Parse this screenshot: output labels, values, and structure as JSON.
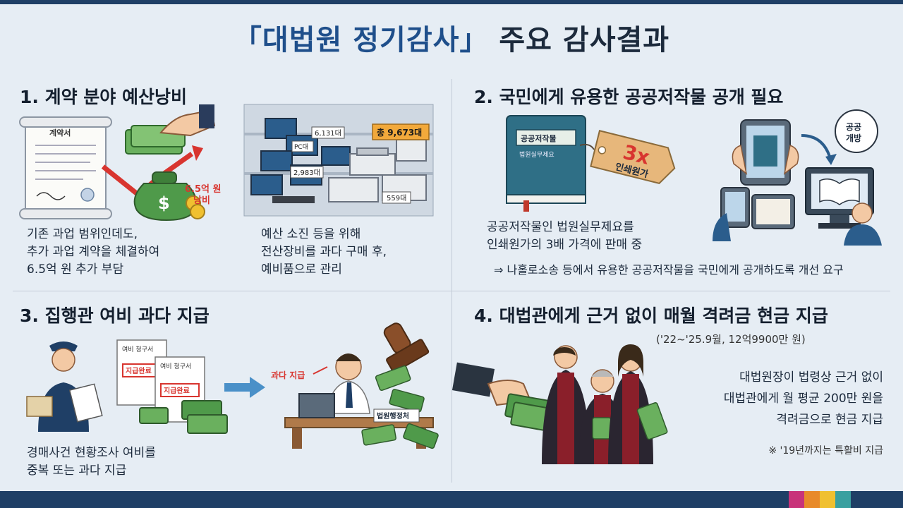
{
  "title": {
    "bracket_open": "「",
    "highlight": "대법원 정기감사",
    "bracket_close": "」",
    "rest": " 주요 감사결과"
  },
  "sections": [
    {
      "title": "1. 계약 분야 예산낭비",
      "left_text": [
        "기존 과업 범위인데도,",
        "추가 과업 계약을 체결하여",
        "6.5억 원 추가 부담"
      ],
      "right_text": [
        "예산 소진 등을 위해",
        "전산장비를 과다 구매 후,",
        "예비품으로 관리"
      ],
      "contract_label": "계약서",
      "waste_label_1": "6.5억 원",
      "waste_label_2": "낭비",
      "total_label": "총 9,673대",
      "pc_label": "PC대",
      "count_a": "6,131대",
      "count_b": "2,983대",
      "count_c": "559대"
    },
    {
      "title": "2. 국민에게 유용한 공공저작물 공개 필요",
      "book_title": "공공저작물",
      "book_subtitle": "법원실무제요",
      "tag_big": "3x",
      "tag_small": "인쇄원가",
      "bubble_1": "공공",
      "bubble_2": "개방",
      "text": [
        "공공저작물인 법원실무제요를",
        "인쇄원가의 3배 가격에 판매 중"
      ],
      "arrow_text": "⇒ 나홀로소송 등에서 유용한 공공저작물을 국민에게 공개하도록 개선 요구"
    },
    {
      "title": "3. 집행관 여비 과다 지급",
      "doc_label": "여비 청구서",
      "stamp_label": "지급완료",
      "overpay_label": "과다 지급",
      "desk_label": "법원행정처",
      "text": [
        "경매사건 현황조사 여비를",
        "중복 또는 과다 지급"
      ]
    },
    {
      "title": "4. 대법관에게 근거 없이 매월 격려금 현금 지급",
      "period": "('22~'25.9월, 12억9900만 원)",
      "text": [
        "대법원장이 법령상 근거 없이",
        "대법관에게 월 평균 200만 원을",
        "격려금으로 현금 지급"
      ],
      "note": "※ '19년까지는 특활비 지급"
    }
  ],
  "colors": {
    "navy": "#1f3f66",
    "background": "#e6edf4",
    "money": "#4f9a4a",
    "red": "#d8352f",
    "tag": "#e7b77b",
    "book": "#2f6f86"
  },
  "strip_colors": [
    "#c8337a",
    "#e88a2a",
    "#f0c030",
    "#3aa0a0"
  ]
}
